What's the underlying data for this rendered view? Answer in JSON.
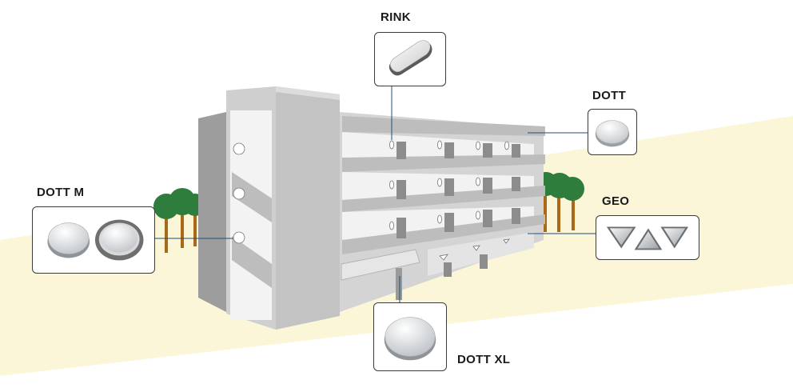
{
  "callouts": {
    "rink": {
      "label": "RINK",
      "icon": "rink-luminaire-icon"
    },
    "dott": {
      "label": "DOTT",
      "icon": "dott-luminaire-icon"
    },
    "dott_m": {
      "label": "DOTT M",
      "icons": [
        "dott-m-luminaire-icon",
        "dott-m-ring-luminaire-icon"
      ]
    },
    "geo": {
      "label": "GEO",
      "icons": [
        "geo-triangle-icon",
        "geo-triangle-icon",
        "geo-triangle-icon"
      ]
    },
    "dott_xl": {
      "label": "DOTT XL",
      "icon": "dott-xl-luminaire-icon"
    }
  },
  "colors": {
    "ground": "#fbf6d8",
    "building_light": "#eeeeee",
    "building_mid": "#c9c9c9",
    "building_dark": "#8c8c8c",
    "tree_green": "#2f7d3c",
    "tree_trunk": "#a86a17",
    "connector": "#1f4f78"
  }
}
